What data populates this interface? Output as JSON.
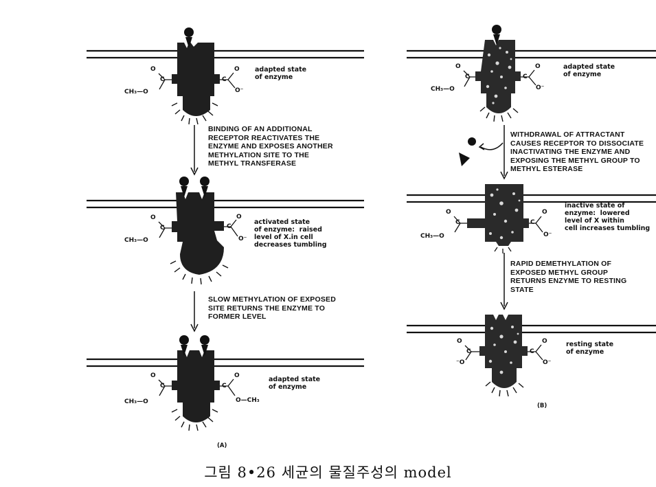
{
  "caption": "그림 8•26  세균의 물질주성의 model",
  "panel_a": {
    "tag": "(A)",
    "state_labels": {
      "adapted_top": "adapted state\nof enzyme",
      "activated": "activated state\nof enzyme:  raised\nlevel of X.in cell\ndecreases tumbling",
      "adapted_bottom": "adapted state\nof enzyme"
    },
    "steps": {
      "step1": "BINDING OF AN ADDITIONAL\nRECEPTOR REACTIVATES THE\nENZYME AND EXPOSES ANOTHER\nMETHYLATION SITE TO THE\nMETHYL TRANSFERASE",
      "step2": "SLOW METHYLATION OF EXPOSED\nSITE RETURNS THE ENZYME TO\nFORMER LEVEL"
    }
  },
  "panel_b": {
    "tag": "(B)",
    "state_labels": {
      "adapted": "adapted state\nof enzyme",
      "inactive": "inactive state of\nenzyme:  lowered\nlevel of X within\ncell increases tumbling",
      "resting": "resting state\nof enzyme"
    },
    "steps": {
      "step1": "WITHDRAWAL OF ATTRACTANT\nCAUSES RECEPTOR TO DISSOCIATE\nINACTIVATING THE ENZYME AND\nEXPOSING THE METHYL GROUP TO\nMETHYL ESTERASE",
      "step2": "RAPID DEMETHYLATION OF\nEXPOSED METHYL GROUP\nRETURNS ENZYME TO RESTING\nSTATE"
    }
  },
  "chem": {
    "o": "O",
    "c": "C",
    "o_minus": "O⁻",
    "ch3_o": "CH₃—O",
    "o_ch3": "O—CH₃",
    "minus_o": "⁻O"
  },
  "colors": {
    "enzyme_a": "#1f1f1f",
    "enzyme_b": "#2a2a2a",
    "speckle": "#d8d8d8",
    "membrane": "#111111"
  }
}
